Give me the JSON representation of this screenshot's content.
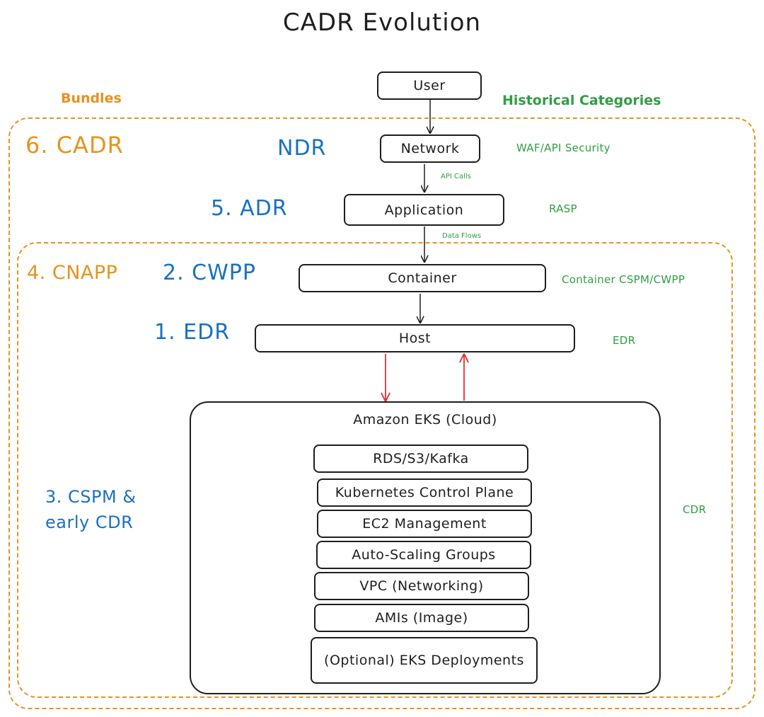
{
  "title": "CADR Evolution",
  "headers": {
    "bundles": "Bundles",
    "historical": "Historical Categories"
  },
  "bundles": {
    "cadr": "6. CADR",
    "cnapp": "4. CNAPP"
  },
  "evolution": {
    "ndr": "NDR",
    "adr": "5. ADR",
    "cwpp": "2. CWPP",
    "edr": "1. EDR",
    "cspm": "3. CSPM & early CDR"
  },
  "nodes": {
    "user": "User",
    "network": "Network",
    "application": "Application",
    "container": "Container",
    "host": "Host"
  },
  "edges": {
    "api_calls": "API Calls",
    "data_flows": "Data Flows"
  },
  "categories": {
    "waf": "WAF/API Security",
    "rasp": "RASP",
    "container": "Container CSPM/CWPP",
    "edr": "EDR",
    "cdr": "CDR"
  },
  "cloud": {
    "title": "Amazon EKS (Cloud)",
    "layers": [
      "RDS/S3/Kafka",
      "Kubernetes Control Plane",
      "EC2 Management",
      "Auto-Scaling Groups",
      "VPC (Networking)",
      "AMIs (Image)",
      "(Optional) EKS Deployments"
    ]
  },
  "colors": {
    "orange": "#e8921f",
    "blue": "#1971c2",
    "green": "#2f9e44",
    "red": "#e03131",
    "stroke": "#1e1e1e"
  }
}
